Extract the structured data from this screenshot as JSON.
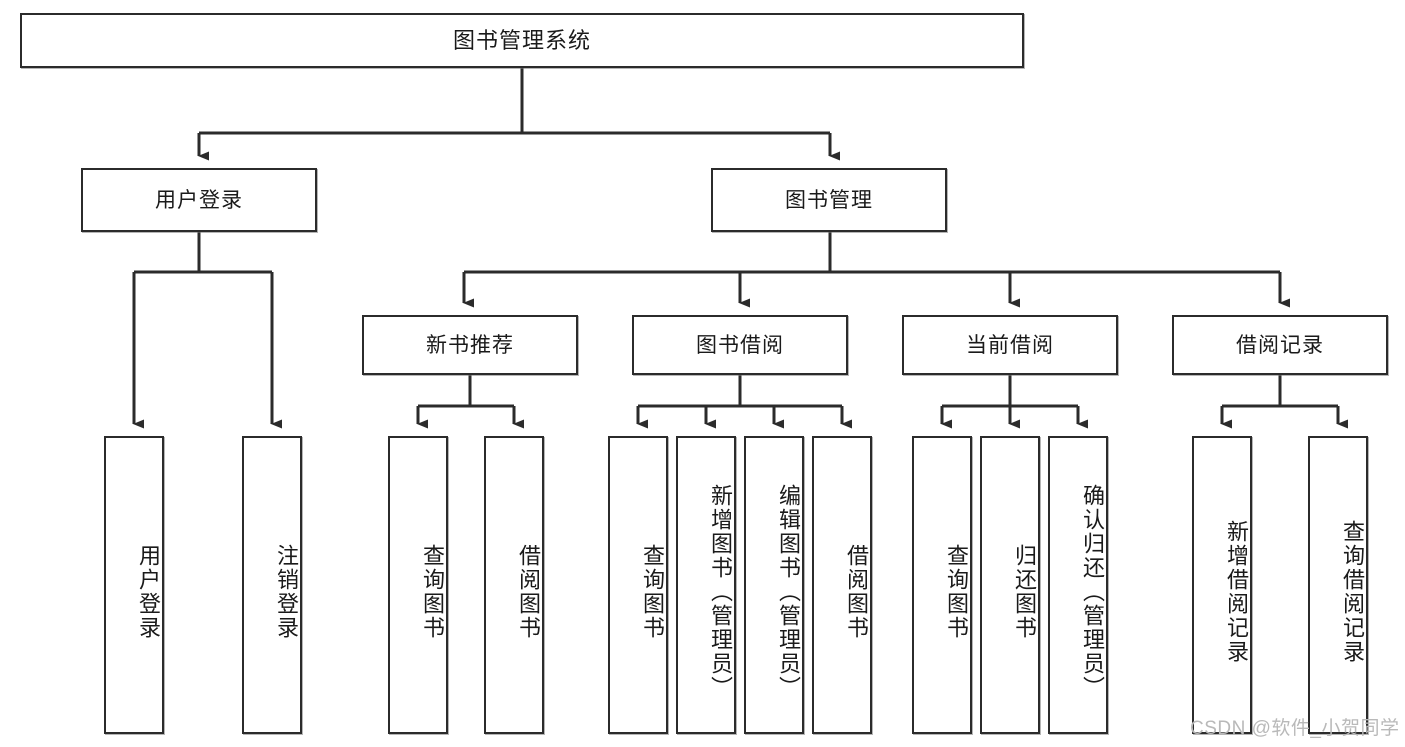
{
  "diagram": {
    "type": "tree-hierarchy",
    "title": "图书管理系统",
    "watermark": "CSDN @软件_小贺同学",
    "colors": {
      "box_border": "#2b2b2b",
      "box_fill": "#ffffff",
      "connector": "#2b2b2b",
      "watermark": "#b9b9b9",
      "background": "#ffffff"
    },
    "root": {
      "label": "图书管理系统"
    },
    "level2": [
      {
        "label": "用户登录"
      },
      {
        "label": "图书管理"
      }
    ],
    "level3": [
      {
        "label": "新书推荐"
      },
      {
        "label": "图书借阅"
      },
      {
        "label": "当前借阅"
      },
      {
        "label": "借阅记录"
      }
    ],
    "leaves": {
      "user_login": [
        {
          "label": "用户登录"
        },
        {
          "label": "注销登录"
        }
      ],
      "new_book_recommend": [
        {
          "label": "查询图书"
        },
        {
          "label": "借阅图书"
        }
      ],
      "book_borrow": [
        {
          "label": "查询图书"
        },
        {
          "label": "新增图书（管理员）"
        },
        {
          "label": "编辑图书（管理员）"
        },
        {
          "label": "借阅图书"
        }
      ],
      "current_borrow": [
        {
          "label": "查询图书"
        },
        {
          "label": "归还图书"
        },
        {
          "label": "确认归还（管理员）"
        }
      ],
      "borrow_record": [
        {
          "label": "新增借阅记录"
        },
        {
          "label": "查询借阅记录"
        }
      ]
    }
  }
}
